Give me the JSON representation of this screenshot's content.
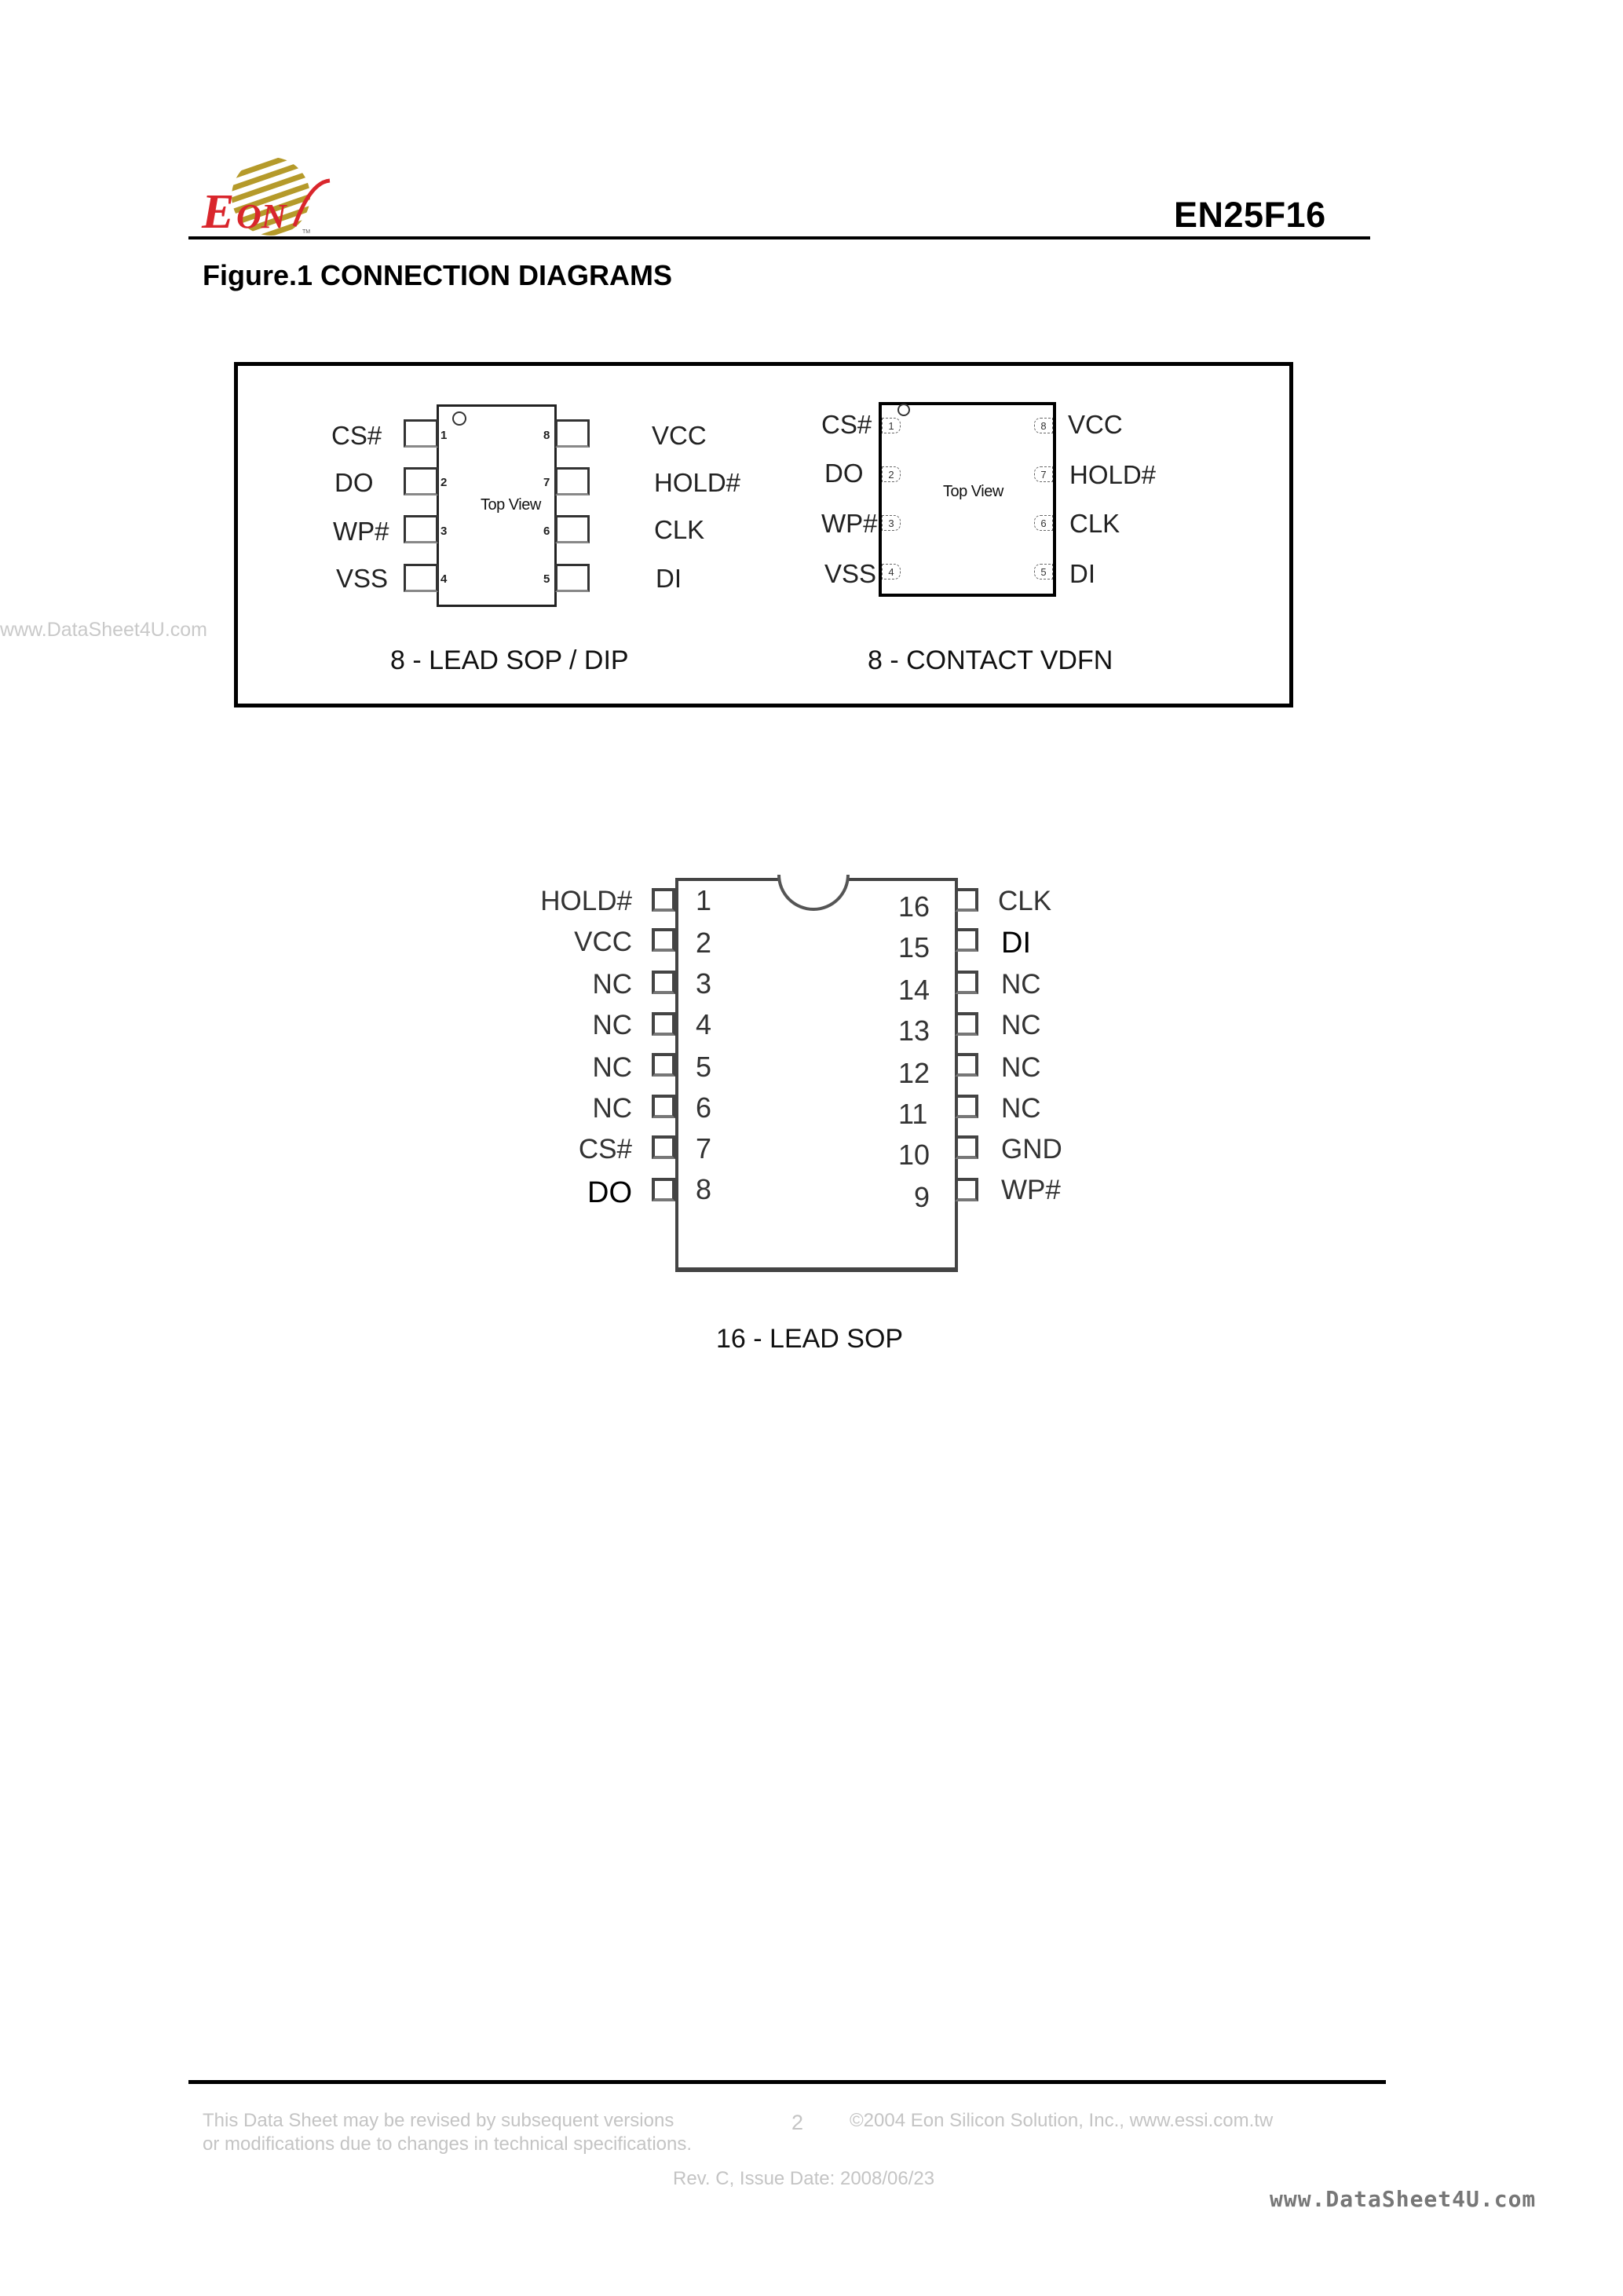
{
  "header": {
    "logo_text": "EON",
    "logo_tm": "TM",
    "document_title": "EN25F16",
    "colors": {
      "logo_red": "#d9262c",
      "logo_gold": "#b59a2a"
    }
  },
  "figure": {
    "title": "Figure.1  CONNECTION DIAGRAMS"
  },
  "watermark_left": "www.DataSheet4U.com",
  "packages": {
    "sop8": {
      "caption": "8 - LEAD SOP / DIP",
      "center_label": "Top View",
      "left_pins": [
        {
          "num": "1",
          "name": "CS#"
        },
        {
          "num": "2",
          "name": "DO"
        },
        {
          "num": "3",
          "name": "WP#"
        },
        {
          "num": "4",
          "name": "VSS"
        }
      ],
      "right_pins": [
        {
          "num": "8",
          "name": "VCC"
        },
        {
          "num": "7",
          "name": "HOLD#"
        },
        {
          "num": "6",
          "name": "CLK"
        },
        {
          "num": "5",
          "name": "DI"
        }
      ]
    },
    "vdfn8": {
      "caption": "8 - CONTACT VDFN",
      "center_label": "Top View",
      "left_pins": [
        {
          "num": "1",
          "name": "CS#"
        },
        {
          "num": "2",
          "name": "DO"
        },
        {
          "num": "3",
          "name": "WP#"
        },
        {
          "num": "4",
          "name": "VSS"
        }
      ],
      "right_pins": [
        {
          "num": "8",
          "name": "VCC"
        },
        {
          "num": "7",
          "name": "HOLD#"
        },
        {
          "num": "6",
          "name": "CLK"
        },
        {
          "num": "5",
          "name": "DI"
        }
      ]
    },
    "sop16": {
      "caption": "16 - LEAD SOP",
      "left_pins": [
        {
          "num": "1",
          "name": "HOLD#"
        },
        {
          "num": "2",
          "name": "VCC"
        },
        {
          "num": "3",
          "name": "NC"
        },
        {
          "num": "4",
          "name": "NC"
        },
        {
          "num": "5",
          "name": "NC"
        },
        {
          "num": "6",
          "name": "NC"
        },
        {
          "num": "7",
          "name": "CS#"
        },
        {
          "num": "8",
          "name": "DO"
        }
      ],
      "right_pins": [
        {
          "num": "16",
          "name": "CLK"
        },
        {
          "num": "15",
          "name": "DI"
        },
        {
          "num": "14",
          "name": "NC"
        },
        {
          "num": "13",
          "name": "NC"
        },
        {
          "num": "12",
          "name": "NC"
        },
        {
          "num": "11",
          "name": "NC"
        },
        {
          "num": "10",
          "name": "GND"
        },
        {
          "num": "9",
          "name": "WP#"
        }
      ]
    }
  },
  "footer": {
    "disclaimer_line1": "This Data Sheet may be revised by subsequent versions",
    "disclaimer_line2": "or modifications due to changes in technical specifications.",
    "page_number": "2",
    "copyright": "©2004 Eon Silicon Solution, Inc., www.essi.com.tw",
    "revision": "Rev. C, Issue Date: 2008/06/23"
  },
  "watermark_bottom_right": "www.DataSheet4U.com"
}
